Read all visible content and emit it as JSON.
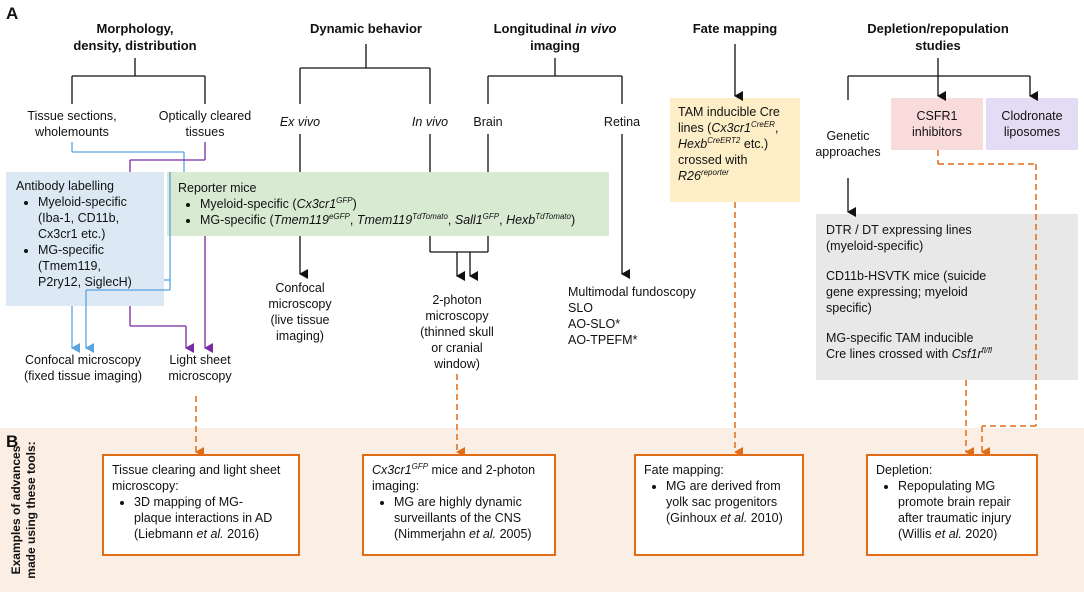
{
  "panels": {
    "a": "A",
    "b": "B"
  },
  "categories": {
    "morphology_1": "Morphology,",
    "morphology_2": "density, distribution",
    "dynamic": "Dynamic behavior",
    "longitudinal_1a": "Longitudinal",
    "longitudinal_1b": "in vivo",
    "longitudinal_2": "imaging",
    "fate": "Fate mapping",
    "depletion_1": "Depletion/repopulation",
    "depletion_2": "studies"
  },
  "subcategories": {
    "tissue_sections_1": "Tissue sections,",
    "tissue_sections_2": "wholemounts",
    "cleared_1": "Optically cleared",
    "cleared_2": "tissues",
    "ex_vivo": "Ex vivo",
    "in_vivo": "In vivo",
    "brain": "Brain",
    "retina": "Retina",
    "genetic_1": "Genetic",
    "genetic_2": "approaches"
  },
  "antibody_box": {
    "title": "Antibody labelling",
    "b1_l1": "Myeloid-specific",
    "b1_l2": "(Iba-1, CD11b,",
    "b1_l3": "Cx3cr1 etc.)",
    "b2_l1": "MG-specific",
    "b2_l2": "(Tmem119,",
    "b2_l3": "P2ry12, SiglecH)"
  },
  "reporter_box": {
    "title": "Reporter mice",
    "b1_pre": "Myeloid-specific (",
    "b1_gene": "Cx3cr1",
    "b1_sup": "GFP",
    "b1_post": ")",
    "b2_pre": "MG-specific (",
    "b2_g1": "Tmem119",
    "b2_s1": "eGFP",
    "b2_g2": "Tmem119",
    "b2_s2": "TdTomato",
    "b2_g3": "Sall1",
    "b2_s3": "GFP",
    "b2_g4": "Hexb",
    "b2_s4": "TdTomato",
    "b2_post": ")"
  },
  "tam_box": {
    "l1": "TAM inducible Cre",
    "l2_pre": "lines (",
    "l2_g1": "Cx3cr1",
    "l2_s1": "CreER",
    "l2_post": ",",
    "l3_g2": "Hexb",
    "l3_s2": "CreERT2",
    "l3_post": " etc.)",
    "l4": "crossed with",
    "l5_g": "R26",
    "l5_s": "reporter"
  },
  "csfr1_box": {
    "l1": "CSFR1",
    "l2": "inhibitors"
  },
  "clodronate_box": {
    "l1": "Clodronate",
    "l2": "liposomes"
  },
  "dtr_box": {
    "p1_l1": "DTR / DT expressing lines",
    "p1_l2": "(myeloid-specific)",
    "p2_l1": "CD11b-HSVTK mice (suicide",
    "p2_l2": "gene expressing; myeloid",
    "p2_l3": "specific)",
    "p3_l1": "MG-specific TAM inducible",
    "p3_l2_pre": "Cre lines crossed with ",
    "p3_l2_g": "Csf1r",
    "p3_l2_s": "fl/fl"
  },
  "methods": {
    "confocal_fixed_1": "Confocal microscopy",
    "confocal_fixed_2": "(fixed tissue imaging)",
    "light_sheet_1": "Light sheet",
    "light_sheet_2": "microscopy",
    "confocal_live_1": "Confocal",
    "confocal_live_2": "microscopy",
    "confocal_live_3": "(live tissue",
    "confocal_live_4": "imaging)",
    "twophoton_1": "2-photon",
    "twophoton_2": "microscopy",
    "twophoton_3": "(thinned skull",
    "twophoton_4": "or cranial",
    "twophoton_5": "window)",
    "retina_1": "Multimodal fundoscopy",
    "retina_2": "SLO",
    "retina_3": "AO-SLO*",
    "retina_4": "AO-TPEFM*"
  },
  "panel_b_label_1": "Examples of advances",
  "panel_b_label_2": "made using these tools:",
  "examples": {
    "e1_l1": "Tissue clearing and light sheet",
    "e1_l2": "microscopy:",
    "e1_b1": "3D mapping of MG-",
    "e1_b2": "plaque interactions in AD",
    "e1_c_pre": "(Liebmann ",
    "e1_c_et": "et al.",
    "e1_c_post": " 2016)",
    "e2_g": "Cx3cr1",
    "e2_s": "GFP",
    "e2_l1_post": " mice and 2-photon",
    "e2_l2": "imaging:",
    "e2_b1": "MG are highly dynamic",
    "e2_b2": "surveillants of the CNS",
    "e2_c_pre": "(Nimmerjahn ",
    "e2_c_et": "et al.",
    "e2_c_post": " 2005)",
    "e3_l1": "Fate mapping:",
    "e3_b1": "MG are derived from",
    "e3_b2": "yolk sac progenitors",
    "e3_c_pre": "(Ginhoux ",
    "e3_c_et": "et al.",
    "e3_c_post": " 2010)",
    "e4_l1": "Depletion:",
    "e4_b1": "Repopulating MG",
    "e4_b2": "promote brain repair",
    "e4_b3": "after traumatic injury",
    "e4_c_pre": "(Willis ",
    "e4_c_et": "et al.",
    "e4_c_post": " 2020)"
  },
  "colors": {
    "antibody_bg": "#dce9f5",
    "reporter_bg": "#d9ead3",
    "tam_bg": "#fdeec7",
    "csfr1_bg": "#fadbdb",
    "clodronate_bg": "#e4dcf5",
    "dtr_bg": "#e8e8e8",
    "panel_b_bg": "#fbeee4",
    "orange": "#e26b16",
    "blue": "#5aa3dc",
    "purple": "#7a2aa2"
  }
}
